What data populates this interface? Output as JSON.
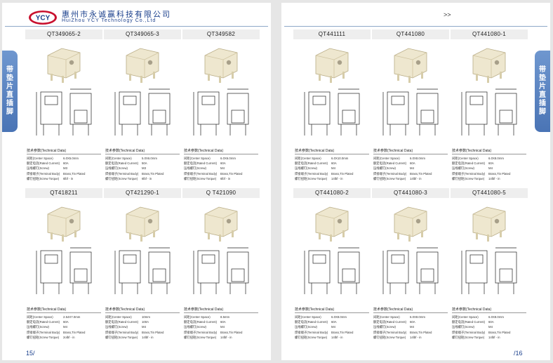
{
  "company": {
    "name_cn": "惠州市永诚赢科技有限公司",
    "name_en": "HuiZhou YCY Technology Co.,Ltd",
    "logo_text": "YCY"
  },
  "nav_mark": ">>",
  "side_tab": "带垫片直插脚",
  "colors": {
    "brand": "#1a3f8c",
    "tab": "#5a82c0"
  },
  "spec_title": "技术参数(Technical Data)",
  "spec_labels": [
    "间距(Center Space)",
    "额定电流(Rated Current)",
    "压线螺钉(Screw)",
    "焊接端子(Terminal Body)",
    "螺钉扭矩(Screw Torque)"
  ],
  "pages": {
    "left": {
      "page_number": "15/",
      "products": [
        {
          "title": "QT349065-2",
          "values": [
            "6.0X5.0mm",
            "60A",
            "M3",
            "Brass,Tin Plated",
            "6lbf - in"
          ]
        },
        {
          "title": "QT349065-3",
          "values": [
            "5.0X6.0mm",
            "50A",
            "M3",
            "Brass,Tin Plated",
            "6lbf - in"
          ]
        },
        {
          "title": "QT349582",
          "values": [
            "6.0X6.0mm",
            "60A",
            "M4",
            "Brass,Tin Plated",
            "6lbf - in"
          ]
        },
        {
          "title": "QT418211",
          "values": [
            "2.54X7.0mm",
            "60A",
            "M4",
            "Brass,Tin Plated",
            "2olbf - in"
          ]
        },
        {
          "title": "QT421290-1",
          "values": [
            "10mm",
            "100A",
            "M4",
            "Brass,Tin Plated",
            "14lbf - in"
          ]
        },
        {
          "title": "Q T421090",
          "values": [
            "8.5mm",
            "60A",
            "M4",
            "Brass,Tin Plated",
            "14lbf - in"
          ]
        }
      ]
    },
    "right": {
      "page_number": "/16",
      "products": [
        {
          "title": "QT441111",
          "values": [
            "6.0X10.0mm",
            "60A",
            "M4",
            "Brass,Tin Plated",
            "14lbf - in"
          ]
        },
        {
          "title": "QT441080",
          "values": [
            "6.0X8.0mm",
            "60A",
            "M4",
            "Brass,Tin Plated",
            "14lbf - in"
          ]
        },
        {
          "title": "QT441080-1",
          "values": [
            "6.0X8.0mm",
            "60A",
            "M4",
            "Brass,Tin Plated",
            "14lbf - in"
          ]
        },
        {
          "title": "QT441080-2",
          "values": [
            "6.0X8.0mm",
            "60A",
            "M4",
            "Brass,Tin Plated",
            "14lbf - in"
          ]
        },
        {
          "title": "QT441080-3",
          "values": [
            "6.0X8.0mm",
            "60A",
            "M4",
            "Brass,Tin Plated",
            "14lbf - in"
          ]
        },
        {
          "title": "QT441080-5",
          "values": [
            "6.0X8.0mm",
            "60A",
            "M4",
            "Brass,Tin Plated",
            "14lbf - in"
          ]
        }
      ]
    }
  }
}
